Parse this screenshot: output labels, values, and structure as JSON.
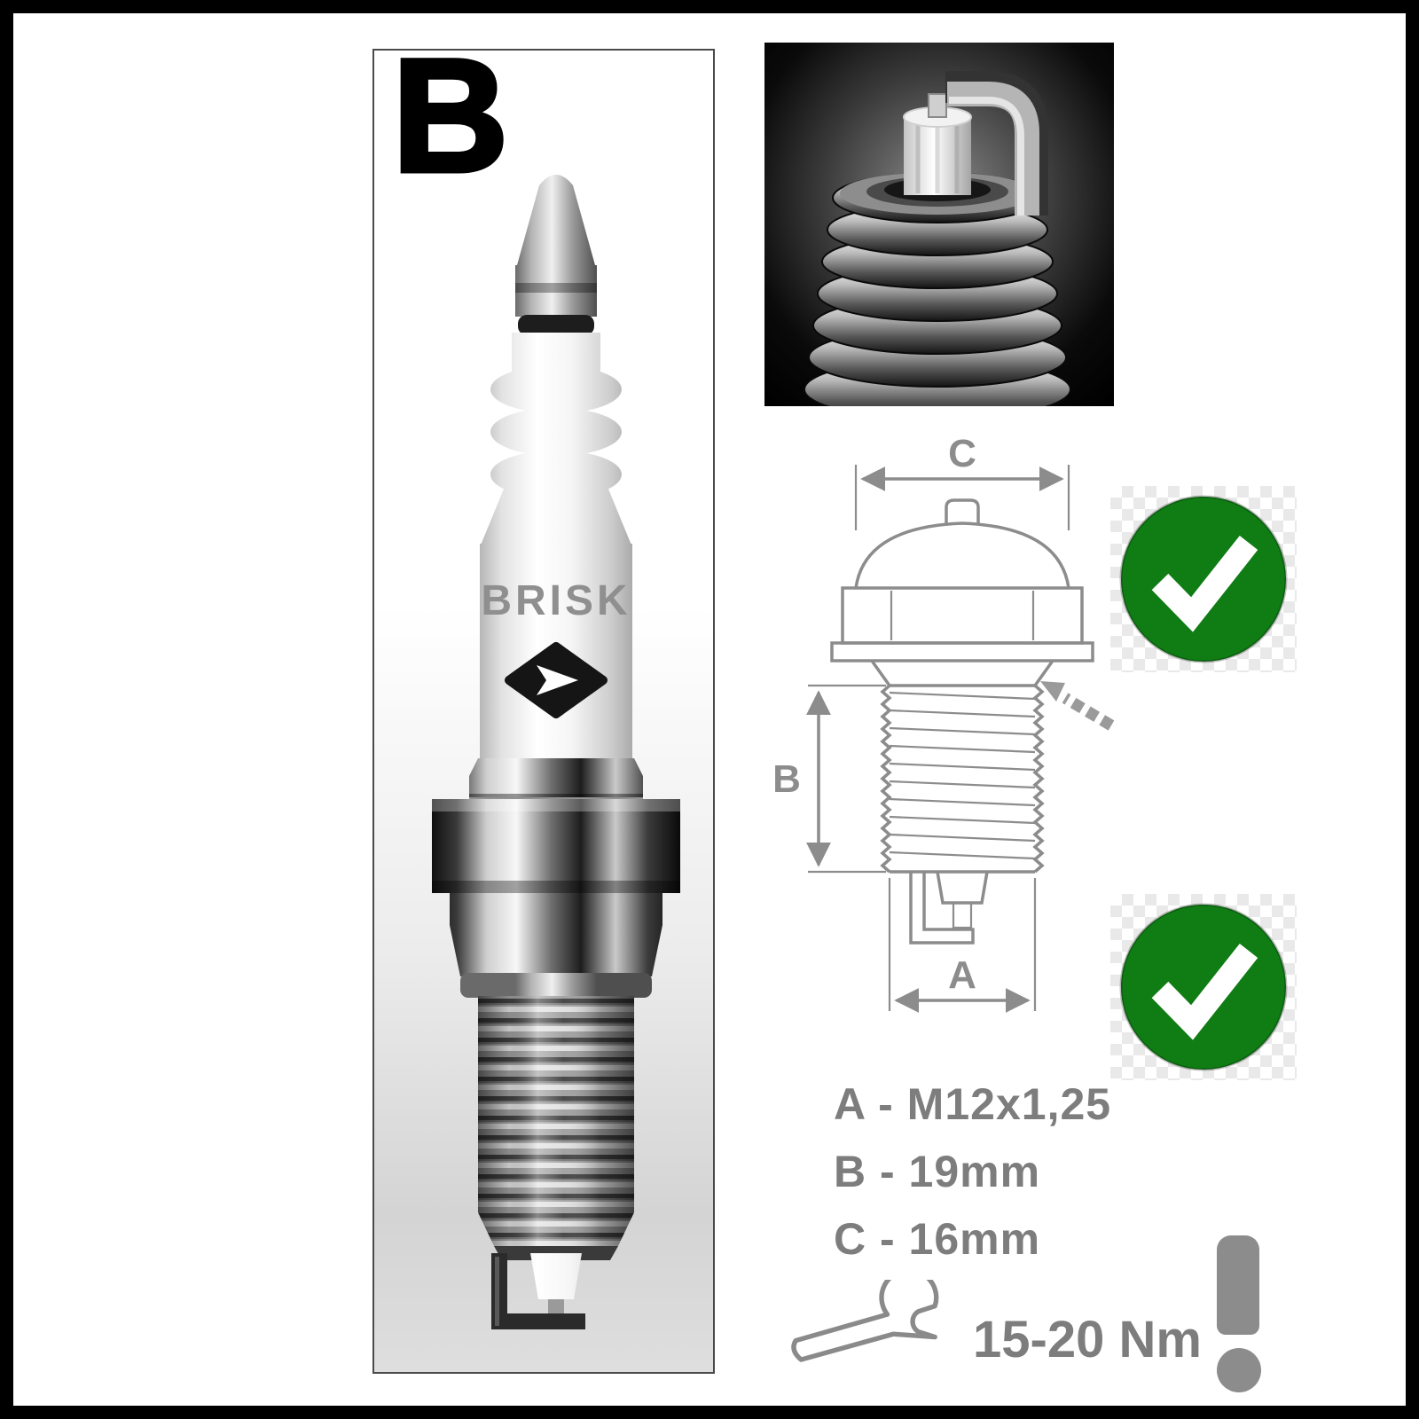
{
  "product_panel": {
    "letter": "B",
    "brand": "BRISK"
  },
  "diagram": {
    "dim_c": "C",
    "dim_b": "B",
    "dim_a": "A"
  },
  "specs": {
    "lines": [
      "A - M12x1,25",
      "B - 19mm",
      "C - 16mm"
    ],
    "torque": "15-20 Nm"
  },
  "icons": {
    "check": "checkmark-icon",
    "wrench": "wrench-icon",
    "warning": "exclamation-icon",
    "pointer": "pointer-arrow-icon",
    "brand_logo": "brisk-logo-icon"
  },
  "colors": {
    "check_green": "#0f7c14",
    "text_gray": "#7d7d7d",
    "line_gray": "#8c8c8c",
    "panel_border": "#4a4a4a"
  }
}
